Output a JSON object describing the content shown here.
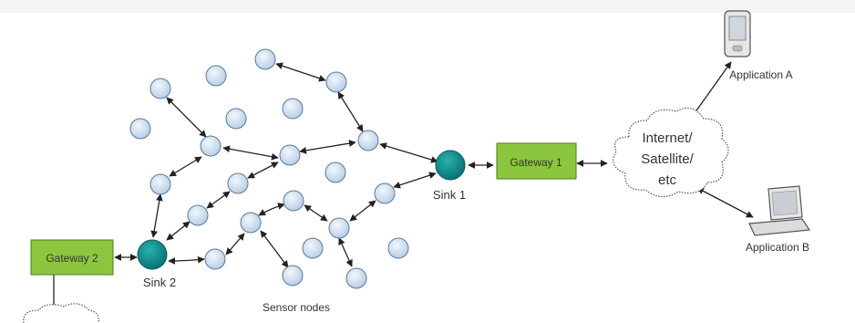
{
  "diagram": {
    "sink1_label": "Sink 1",
    "sink2_label": "Sink 2",
    "gateway1_label": "Gateway 1",
    "gateway2_label": "Gateway 2",
    "cloud_lines": [
      "Internet/",
      "Satellite/",
      "etc"
    ],
    "app_a_label": "Application A",
    "app_b_label": "Application B",
    "sensor_nodes_label": "Sensor nodes",
    "colors": {
      "background": "#ffffff",
      "sensor_node_fill": "#d8e6f4",
      "sink_fill": "#0c8c8c",
      "gateway_fill": "#8cc63f",
      "arrow": "#222222"
    }
  }
}
